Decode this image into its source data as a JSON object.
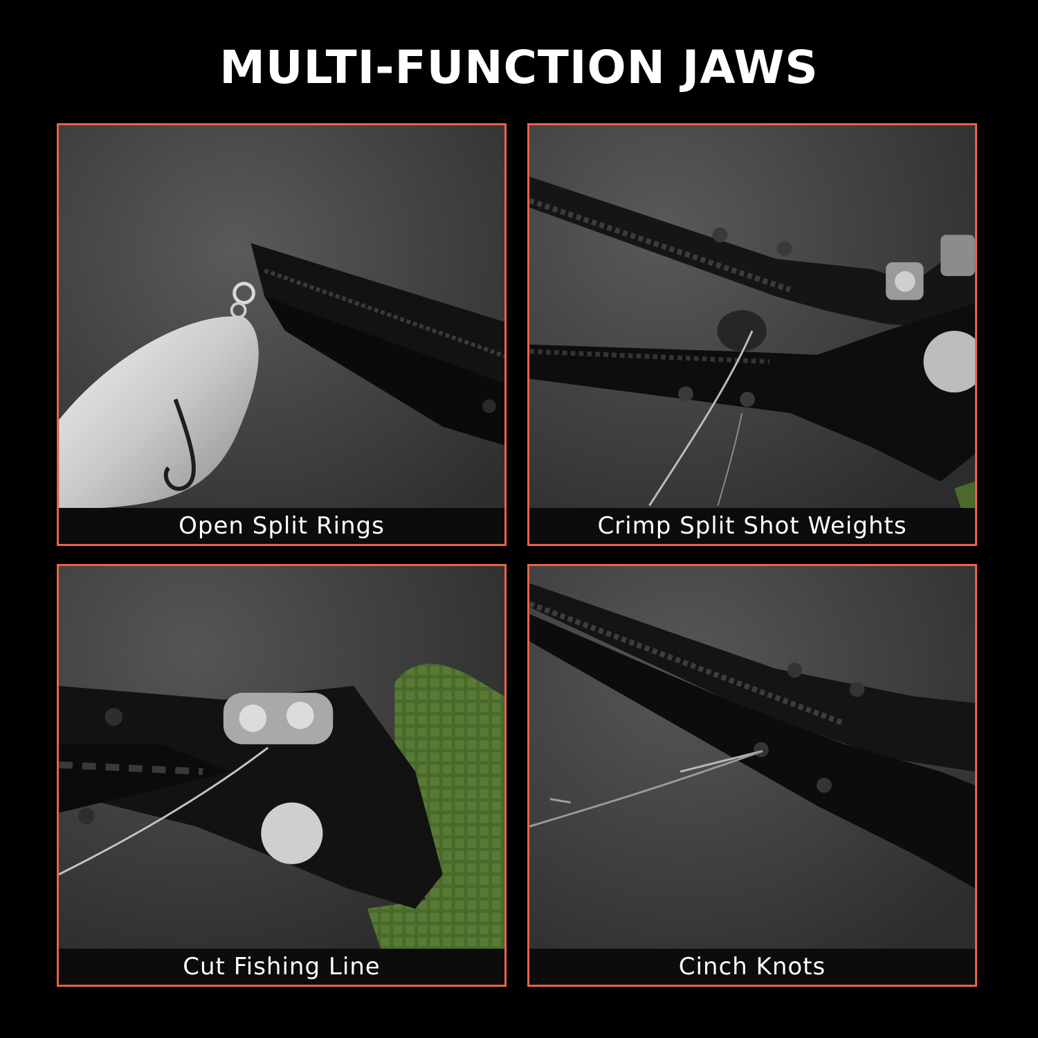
{
  "headline": "MULTI-FUNCTION JAWS",
  "colors": {
    "background": "#000000",
    "panel_border": "#e8634a",
    "caption_bar": "#0c0c0c",
    "headline_text": "#ffffff",
    "handle_green": "#4a6a2c"
  },
  "panels": [
    {
      "caption": "Open Split Rings",
      "icon": "pliers-with-lure-photo"
    },
    {
      "caption": "Crimp Split Shot Weights",
      "icon": "pliers-with-split-shot-photo"
    },
    {
      "caption": "Cut Fishing Line",
      "icon": "pliers-cutter-photo"
    },
    {
      "caption": "Cinch Knots",
      "icon": "pliers-with-hook-photo"
    }
  ]
}
